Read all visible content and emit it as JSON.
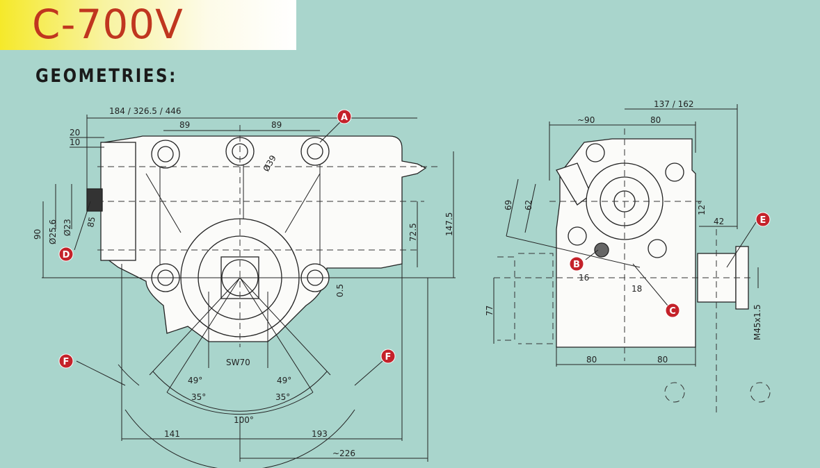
{
  "header": {
    "title": "C-700V",
    "subtitle": "GEOMETRIES:"
  },
  "colors": {
    "background": "#a9d5cc",
    "title": "#c0361f",
    "callout": "#c4222a"
  },
  "side_view": {
    "dims": {
      "overall_length": "184 / 326.5 / 446",
      "bolt_spacing_left": "89",
      "bolt_spacing_right": "89",
      "d20": "20",
      "d10": "10",
      "shaft_dia_outer": "Ø25.6",
      "shaft_dia_inner": "Ø23",
      "shaft_85": "85",
      "height_90": "90",
      "hole_dia": "Ø39",
      "height_72_5": "72.5",
      "height_147_5": "147.5",
      "offset_0_5": "0.5",
      "sw": "SW70",
      "angle_49_left": "49°",
      "angle_49_right": "49°",
      "angle_35_left": "35°",
      "angle_35_right": "35°",
      "angle_100": "100°",
      "len_141": "141",
      "len_193": "193",
      "len_226": "~226"
    },
    "callouts": {
      "a": "A",
      "d": "D",
      "f1": "F",
      "f2": "F"
    }
  },
  "front_view": {
    "dims": {
      "width_137_162": "137 / 162",
      "width_90": "~90",
      "width_80_top": "80",
      "h69": "69",
      "h62": "62",
      "angle_12": "12°",
      "w42": "42",
      "d16": "16",
      "d18": "18",
      "h77": "77",
      "w80_left": "80",
      "w80_right": "80",
      "thread": "M45x1.5"
    },
    "callouts": {
      "b": "B",
      "c": "C",
      "e": "E"
    }
  }
}
